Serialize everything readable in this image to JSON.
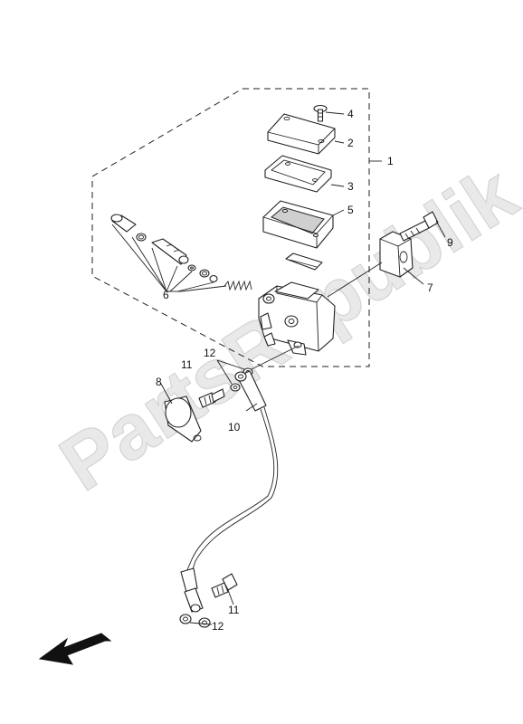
{
  "watermark": "PartsRepublik",
  "callouts": {
    "c1": "1",
    "c2": "2",
    "c3": "3",
    "c4": "4",
    "c5": "5",
    "c6": "6",
    "c7": "7",
    "c8": "8",
    "c9": "9",
    "c10": "10",
    "c11a": "11",
    "c11b": "11",
    "c12a": "12",
    "c12b": "12"
  },
  "icons": {
    "front_arrow": "arrow-pointing-lower-left"
  }
}
